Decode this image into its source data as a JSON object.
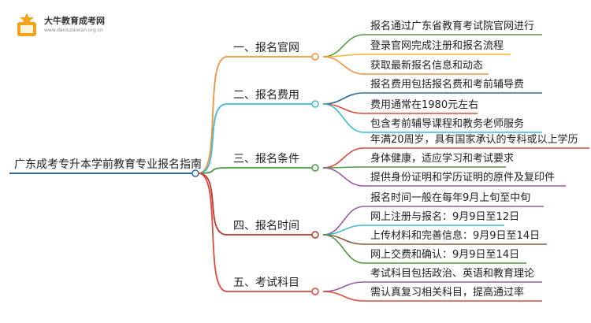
{
  "logo": {
    "title": "大牛教育成考网",
    "url": "www.daniuzaixian.org.cn",
    "colors": {
      "book": "#f2a21d",
      "star": "#f2a21d"
    }
  },
  "mindmap": {
    "root": {
      "label": "广东成考专升本学前教育专业报名指南",
      "color": "#2c6aa0"
    },
    "branches": [
      {
        "label": "一、报名官网",
        "color": "#f0923b",
        "children": [
          {
            "label": "报名通过广东省教育考试院官网进行",
            "color": "#4a9b3c"
          },
          {
            "label": "登录官网完成注册和报名流程",
            "color": "#f2b632"
          },
          {
            "label": "获取最新报名信息和动态",
            "color": "#f0923b"
          }
        ]
      },
      {
        "label": "二、报名费用",
        "color": "#3bbcd3",
        "children": [
          {
            "label": "报名费用包括报名费和考前辅导费",
            "color": "#2c6aa0"
          },
          {
            "label": "费用通常在1980元左右",
            "color": "#e04a3a"
          },
          {
            "label": "包含考前辅导课程和教务老师服务",
            "color": "#3bbcd3"
          }
        ]
      },
      {
        "label": "三、报名条件",
        "color": "#4a9b3c",
        "children": [
          {
            "label": "年满20周岁，具有国家承认的专科或以上学历",
            "color": "#e04a3a"
          },
          {
            "label": "身体健康，适应学习和考试要求",
            "color": "#4a9b3c"
          },
          {
            "label": "提供身份证明和学历证明的原件及复印件",
            "color": "#9a5aa6"
          }
        ]
      },
      {
        "label": "四、报名时间",
        "color": "#c0392b",
        "children": [
          {
            "label": "报名时间一般在每年9月上旬至中旬",
            "color": "#9a5aa6"
          },
          {
            "label": "网上注册与报名：9月9日至12日",
            "color": "#3bbcd3"
          },
          {
            "label": "上传材料和完善信息：9月9日至14日",
            "color": "#8a5a44"
          },
          {
            "label": "网上交费和确认：9月9日至14日",
            "color": "#4a9b3c"
          }
        ]
      },
      {
        "label": "五、考试科目",
        "color": "#e04a3a",
        "children": [
          {
            "label": "考试科目包括政治、英语和教育理论",
            "color": "#9a5aa6"
          },
          {
            "label": "需认真复习相关科目，提高通过率",
            "color": "#e04a3a"
          }
        ]
      }
    ]
  }
}
